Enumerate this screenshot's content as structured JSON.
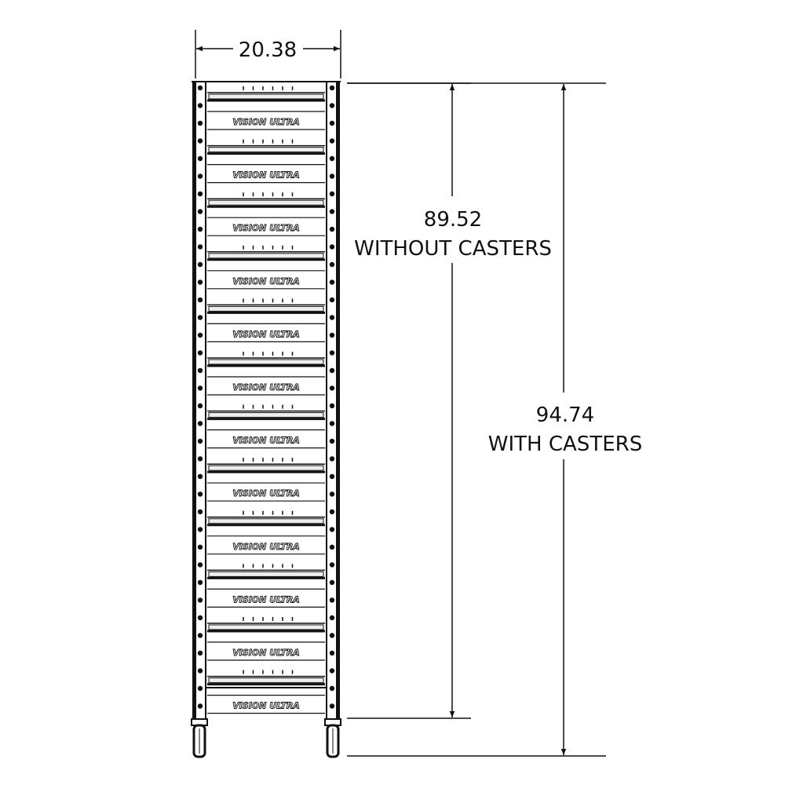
{
  "drawing": {
    "brand_label": "VISION ULTRA",
    "tray_count": 12,
    "width_dimension": "20.38",
    "height_without_casters": {
      "value": "89.52",
      "label": "WITHOUT CASTERS"
    },
    "height_with_casters": {
      "value": "94.74",
      "label": "WITH CASTERS"
    }
  },
  "colors": {
    "line": "#111111",
    "background": "#ffffff"
  }
}
